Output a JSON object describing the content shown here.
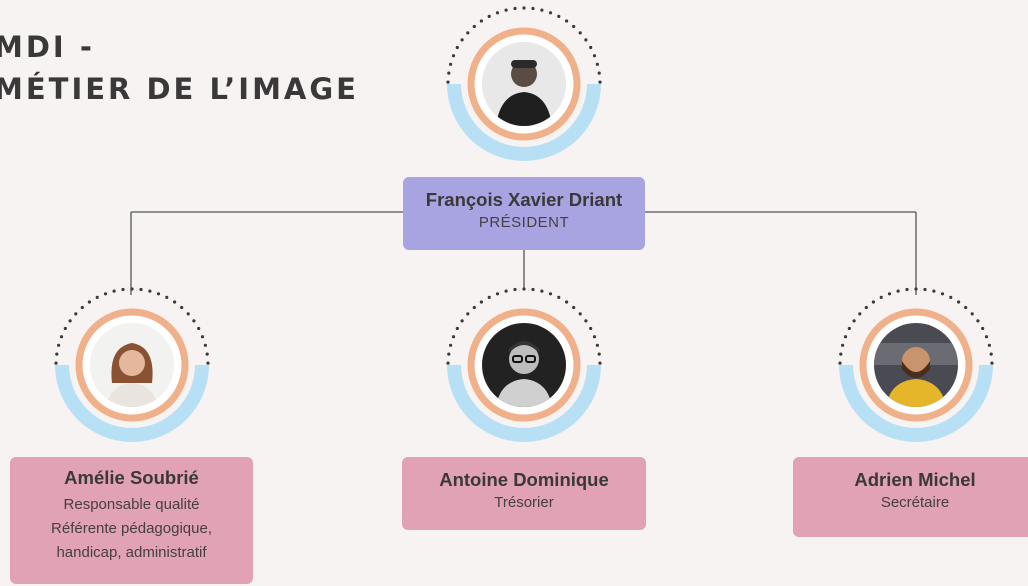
{
  "header": {
    "title_line1": "MDI -",
    "title_line2": "MÉTIER DE L’IMAGE"
  },
  "colors": {
    "background": "#f6f3f2",
    "ring_orange": "#f0b08a",
    "arc_blue": "#b8e0f5",
    "dots": "#3a3a3a",
    "president_box": "#a7a4e1",
    "member_box": "#e0a2b4",
    "connector": "#555555"
  },
  "president": {
    "name": "François Xavier Driant",
    "role": "PRÉSIDENT"
  },
  "members": [
    {
      "name": "Amélie Soubrié",
      "roles": [
        "Responsable qualité",
        "Référente pédagogique,",
        "handicap, administratif"
      ]
    },
    {
      "name": "Antoine Dominique",
      "roles": [
        "Trésorier"
      ]
    },
    {
      "name": "Adrien Michel",
      "roles": [
        "Secrétaire"
      ]
    }
  ]
}
